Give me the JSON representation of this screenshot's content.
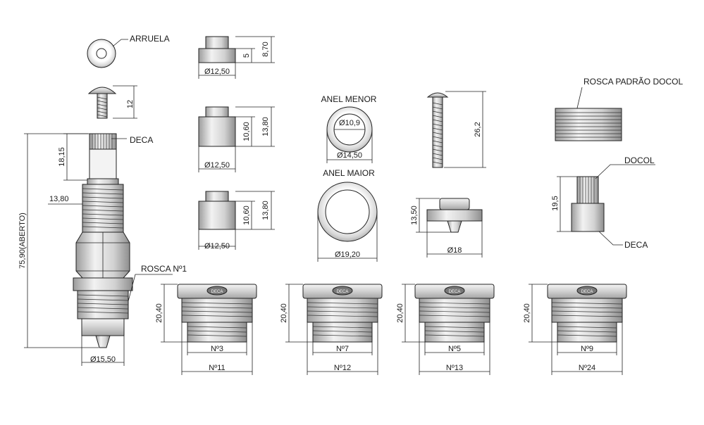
{
  "labels": {
    "arruela": "ARRUELA",
    "deca_top": "DECA",
    "rosca_n1": "ROSCA Nº1",
    "anel_menor": "ANEL MENOR",
    "anel_maior": "ANEL MAIOR",
    "rosca_padrao_docol": "ROSCA PADRÃO DOCOL",
    "docol": "DOCOL",
    "deca_bottom": "DECA"
  },
  "dims": {
    "cap1_h_small": "5",
    "cap1_h_total": "8,70",
    "cap1_d": "Ø12,50",
    "screw_small_h": "12",
    "cap2_h_small": "10,60",
    "cap2_h_total": "13,80",
    "cap2_d": "Ø12,50",
    "cap3_h_small": "10,60",
    "cap3_h_total": "13,80",
    "cap3_d": "Ø12,50",
    "ring_small_inner": "Ø10,9",
    "ring_small_outer": "Ø14,50",
    "ring_big_outer": "Ø19,20",
    "screw_long_h": "26,2",
    "knob_h": "13,50",
    "knob_d": "Ø18",
    "adapter_h": "19,5",
    "spline_h": "18,15",
    "body_d_top": "13,80",
    "overall_h": "75,90(ABERTO)",
    "body_d_bottom": "Ø15,50",
    "n1_h": "20,40",
    "n1_inner": "Nº3",
    "n1_outer": "Nº11",
    "n2_h": "20,40",
    "n2_inner": "Nº7",
    "n2_outer": "Nº12",
    "n3_h": "20,40",
    "n3_inner": "Nº5",
    "n3_outer": "Nº13",
    "n4_h": "20,40",
    "n4_inner": "Nº9",
    "n4_outer": "Nº24"
  },
  "nut_logo": "DECA",
  "colors": {
    "line": "#222222",
    "metal_light": "#eeeeee",
    "metal_mid": "#c9c9c9",
    "metal_dark": "#9a9a9a"
  }
}
